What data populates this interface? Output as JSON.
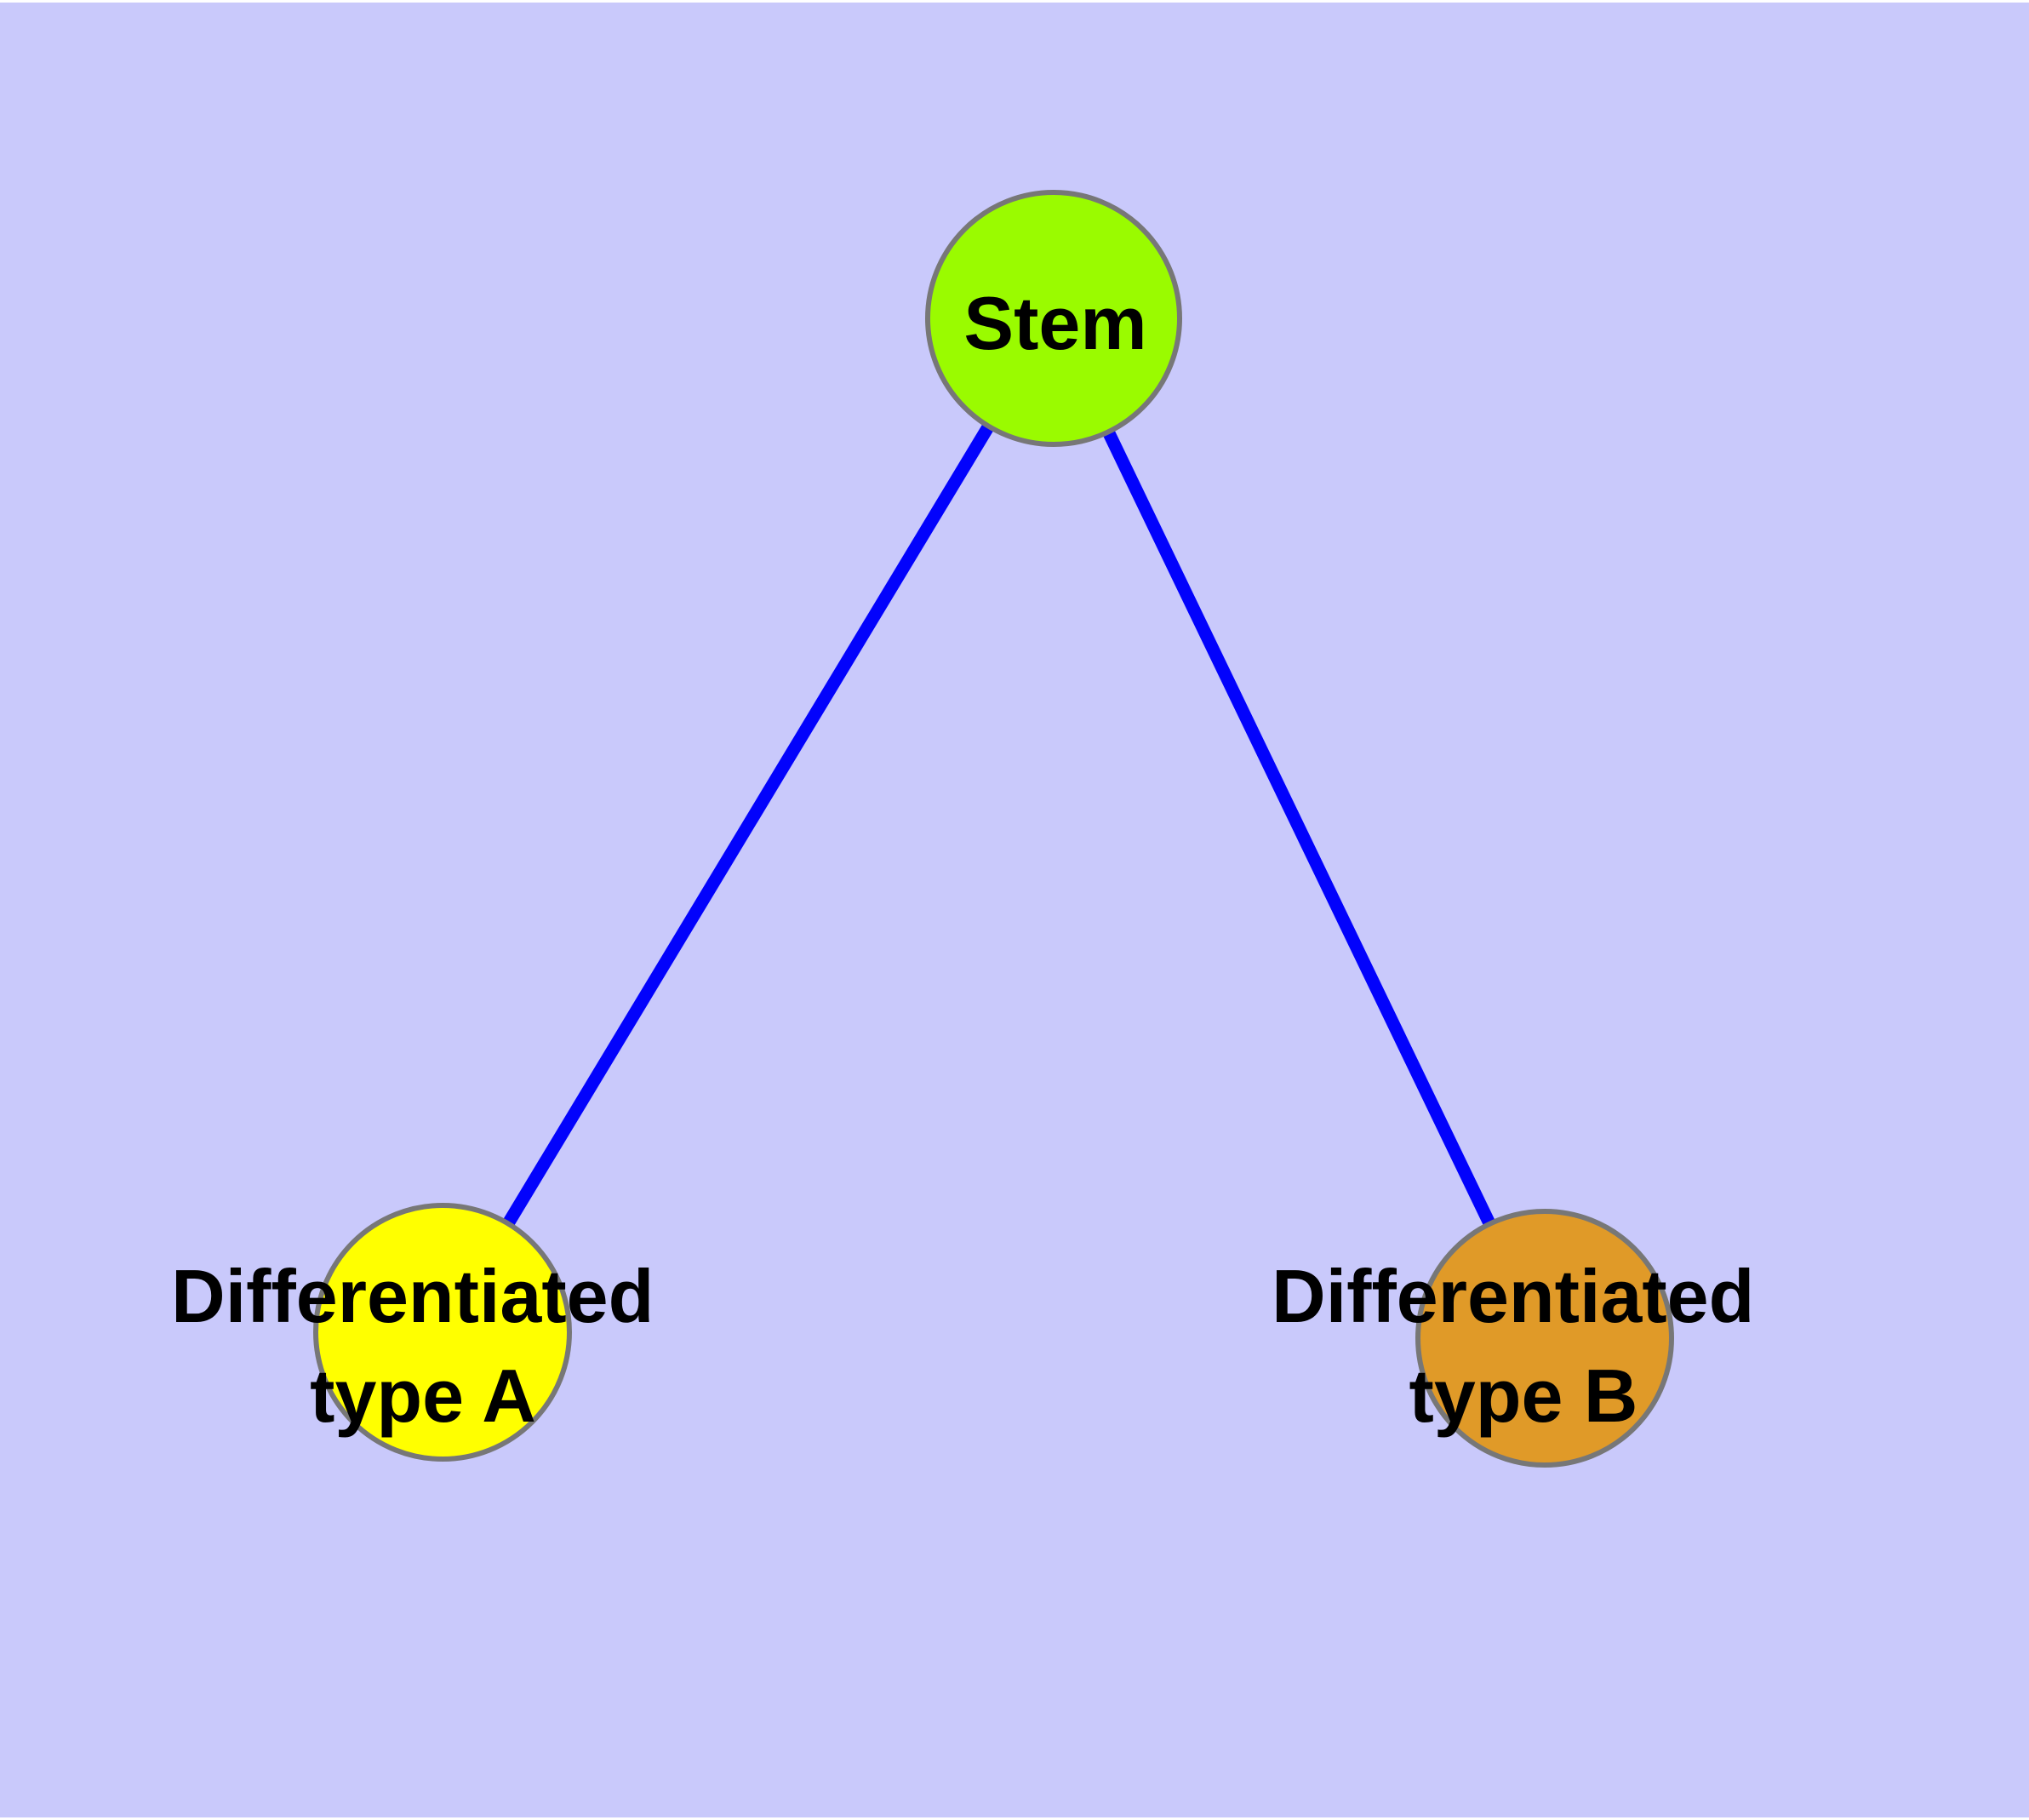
{
  "diagram": {
    "background_color": "#C9C9FB",
    "edge_color": "#0202FC",
    "node_border_color": "#777777",
    "label_color": "#000000",
    "nodes": [
      {
        "id": "stem",
        "label": "Stem",
        "fill": "#9AFB00"
      },
      {
        "id": "differentiated-type-a",
        "label_line1": "Differentiated",
        "label_line2": "type A",
        "fill": "#FFFF00"
      },
      {
        "id": "differentiated-type-b",
        "label_line1": "Differentiated",
        "label_line2": "type B",
        "fill": "#E09A28"
      }
    ],
    "edges": [
      {
        "from": "Stem",
        "to": "Differentiated type A"
      },
      {
        "from": "Stem",
        "to": "Differentiated type B"
      }
    ]
  }
}
